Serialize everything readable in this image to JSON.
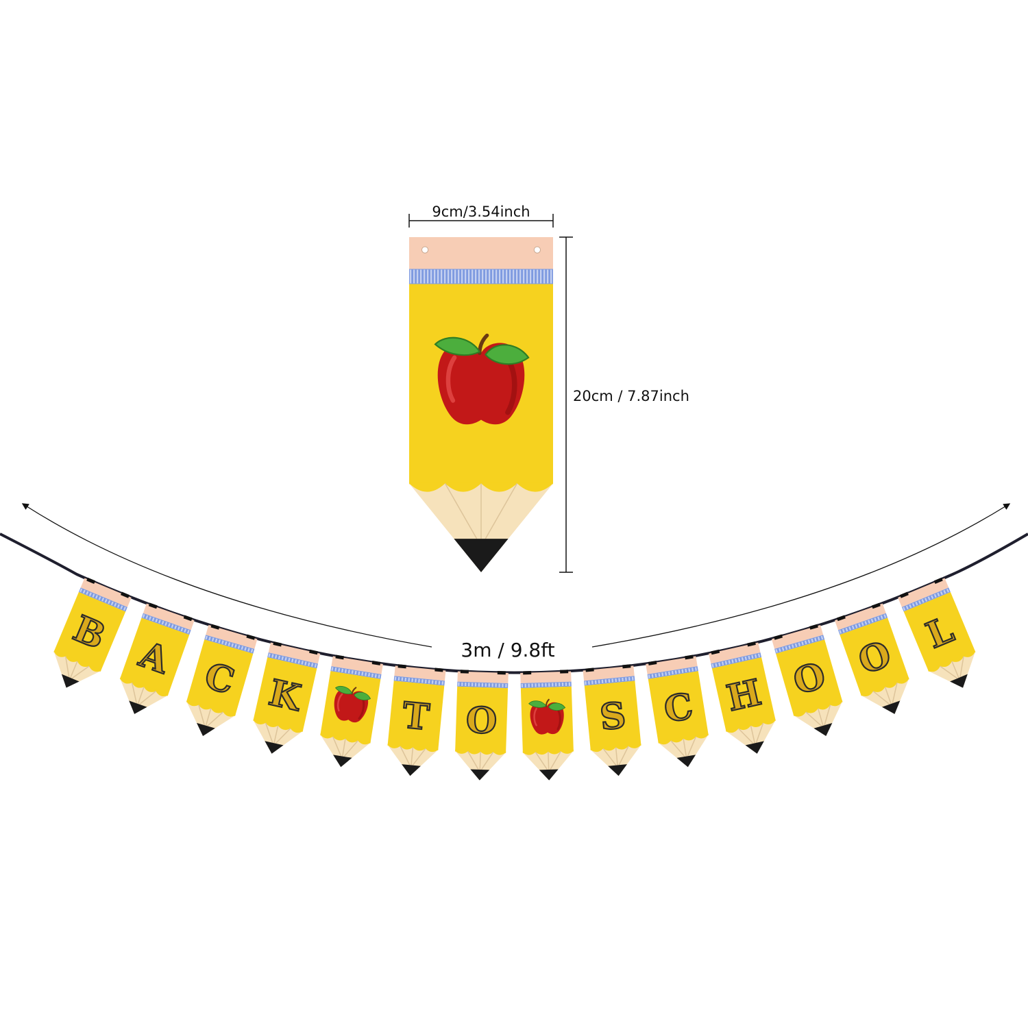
{
  "dimensions": {
    "width_label": "9cm/3.54inch",
    "height_label": "20cm / 7.87inch",
    "length_label": "3m / 9.8ft"
  },
  "banner": {
    "flags": [
      {
        "kind": "letter",
        "char": "B"
      },
      {
        "kind": "letter",
        "char": "A"
      },
      {
        "kind": "letter",
        "char": "C"
      },
      {
        "kind": "letter",
        "char": "K"
      },
      {
        "kind": "apple",
        "char": ""
      },
      {
        "kind": "letter",
        "char": "T"
      },
      {
        "kind": "letter",
        "char": "O"
      },
      {
        "kind": "apple",
        "char": ""
      },
      {
        "kind": "letter",
        "char": "S"
      },
      {
        "kind": "letter",
        "char": "C"
      },
      {
        "kind": "letter",
        "char": "H"
      },
      {
        "kind": "letter",
        "char": "O"
      },
      {
        "kind": "letter",
        "char": "O"
      },
      {
        "kind": "letter",
        "char": "L"
      }
    ]
  },
  "colors": {
    "pencil_body": "#f6d21f",
    "eraser": "#f7cdb5",
    "ferrule": "#7e9ae0",
    "wood": "#f6e2bb",
    "wood_line": "#ddc49a",
    "lead": "#1a1a1a",
    "apple": "#c21818",
    "apple_shade": "#8e0d0d",
    "leaf": "#4cae3d",
    "letter_fill": "#d9a91c",
    "letter_stroke": "#2b2b2b",
    "string": "#1f1f2e"
  }
}
